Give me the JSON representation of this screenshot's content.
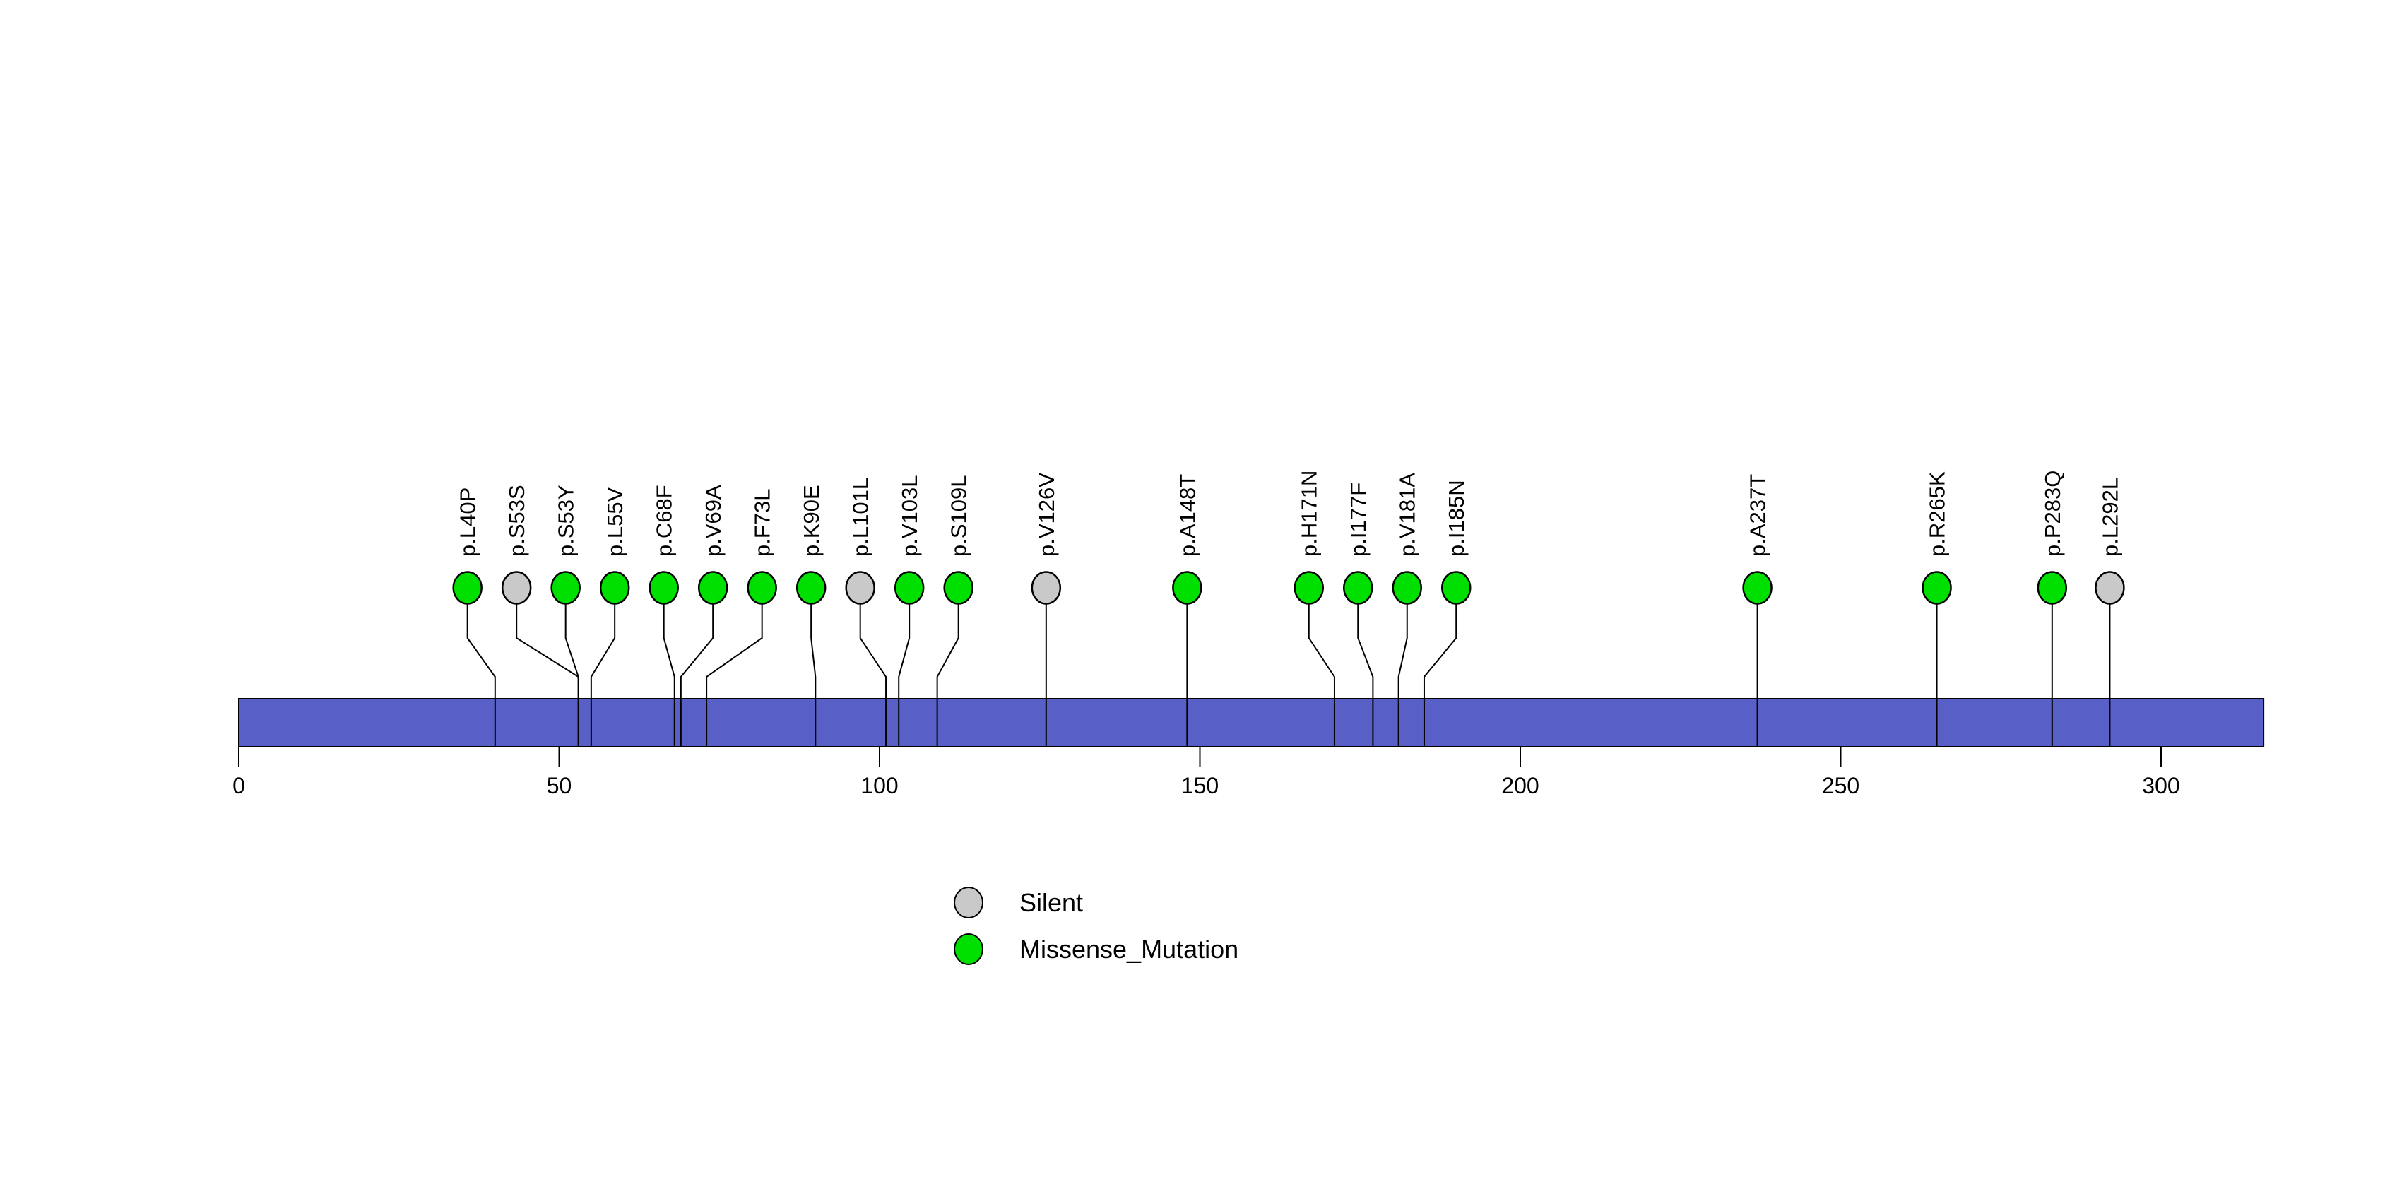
{
  "chart_data": {
    "type": "lollipop",
    "title": "",
    "xlabel": "",
    "axis": {
      "tick_labels": [
        "0",
        "50",
        "100",
        "150",
        "200",
        "250",
        "300"
      ],
      "tick_values": [
        0,
        50,
        100,
        150,
        200,
        250,
        300
      ],
      "xlim": [
        0,
        316
      ]
    },
    "protein_bar": {
      "start": 0,
      "end": 316,
      "fill_color": "#585fc6",
      "border_color": "#000000"
    },
    "mutations": [
      {
        "label": "p.L40P",
        "position": 40,
        "type": "Missense_Mutation"
      },
      {
        "label": "p.S53S",
        "position": 53,
        "type": "Silent"
      },
      {
        "label": "p.S53Y",
        "position": 53,
        "type": "Missense_Mutation"
      },
      {
        "label": "p.L55V",
        "position": 55,
        "type": "Missense_Mutation"
      },
      {
        "label": "p.C68F",
        "position": 68,
        "type": "Missense_Mutation"
      },
      {
        "label": "p.V69A",
        "position": 69,
        "type": "Missense_Mutation"
      },
      {
        "label": "p.F73L",
        "position": 73,
        "type": "Missense_Mutation"
      },
      {
        "label": "p.K90E",
        "position": 90,
        "type": "Missense_Mutation"
      },
      {
        "label": "p.L101L",
        "position": 101,
        "type": "Silent"
      },
      {
        "label": "p.V103L",
        "position": 103,
        "type": "Missense_Mutation"
      },
      {
        "label": "p.S109L",
        "position": 109,
        "type": "Missense_Mutation"
      },
      {
        "label": "p.V126V",
        "position": 126,
        "type": "Silent"
      },
      {
        "label": "p.A148T",
        "position": 148,
        "type": "Missense_Mutation"
      },
      {
        "label": "p.H171N",
        "position": 171,
        "type": "Missense_Mutation"
      },
      {
        "label": "p.I177F",
        "position": 177,
        "type": "Missense_Mutation"
      },
      {
        "label": "p.V181A",
        "position": 181,
        "type": "Missense_Mutation"
      },
      {
        "label": "p.I185N",
        "position": 185,
        "type": "Missense_Mutation"
      },
      {
        "label": "p.A237T",
        "position": 237,
        "type": "Missense_Mutation"
      },
      {
        "label": "p.R265K",
        "position": 265,
        "type": "Missense_Mutation"
      },
      {
        "label": "p.P283Q",
        "position": 283,
        "type": "Missense_Mutation"
      },
      {
        "label": "p.L292L",
        "position": 292,
        "type": "Silent"
      }
    ],
    "legend": {
      "position": "bottom",
      "items": [
        {
          "label": "Silent",
          "color": "#c9c9c9"
        },
        {
          "label": "Missense_Mutation",
          "color": "#00e000"
        }
      ]
    }
  }
}
